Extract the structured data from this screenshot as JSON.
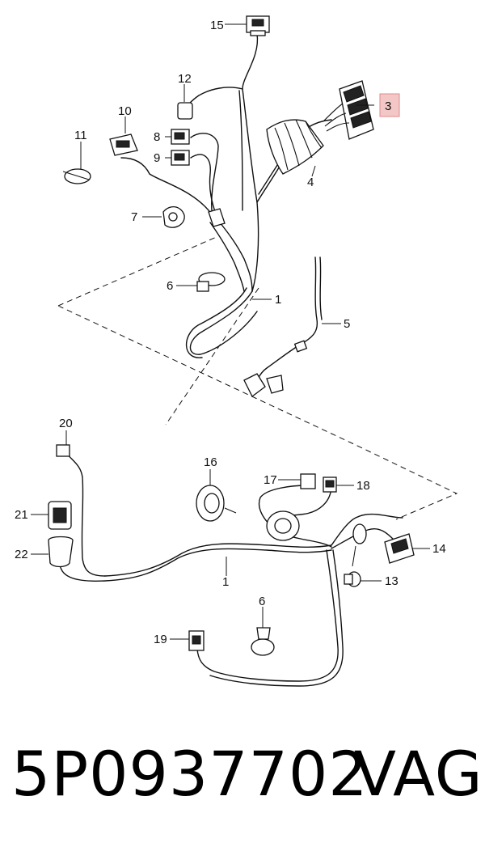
{
  "diagram": {
    "callouts": [
      {
        "id": "c15",
        "label": "15"
      },
      {
        "id": "c12",
        "label": "12"
      },
      {
        "id": "c10",
        "label": "10"
      },
      {
        "id": "c11",
        "label": "11"
      },
      {
        "id": "c8",
        "label": "8"
      },
      {
        "id": "c9",
        "label": "9"
      },
      {
        "id": "c3",
        "label": "3"
      },
      {
        "id": "c4",
        "label": "4"
      },
      {
        "id": "c7",
        "label": "7"
      },
      {
        "id": "c6a",
        "label": "6"
      },
      {
        "id": "c1a",
        "label": "1"
      },
      {
        "id": "c5",
        "label": "5"
      },
      {
        "id": "c20",
        "label": "20"
      },
      {
        "id": "c16",
        "label": "16"
      },
      {
        "id": "c17",
        "label": "17"
      },
      {
        "id": "c18",
        "label": "18"
      },
      {
        "id": "c21",
        "label": "21"
      },
      {
        "id": "c22",
        "label": "22"
      },
      {
        "id": "c14",
        "label": "14"
      },
      {
        "id": "c1b",
        "label": "1"
      },
      {
        "id": "c13",
        "label": "13"
      },
      {
        "id": "c6b",
        "label": "6"
      },
      {
        "id": "c19",
        "label": "19"
      }
    ],
    "highlight": {
      "label": "3",
      "color": "#f4c7c7",
      "border": "#e08a8a"
    }
  },
  "footer": {
    "part_number": "5P0937702",
    "brand": "VAG"
  }
}
